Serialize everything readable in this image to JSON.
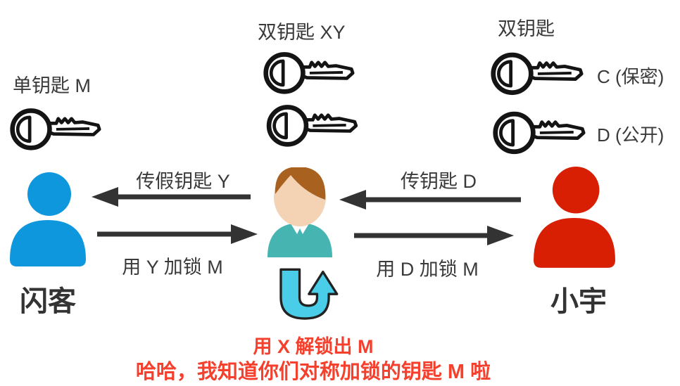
{
  "colors": {
    "blue": "#0f97dd",
    "red": "#d81f04",
    "teal-shirt": "#46b4b1",
    "cyan-arrow": "#49cde8",
    "skin": "#f3d3b4",
    "hair": "#a9611f",
    "ink": "#333333",
    "label": "#3a3a3a",
    "arrow": "#333333",
    "key-outline": "#141414",
    "alert": "#f4402c"
  },
  "legends": {
    "single_key": {
      "title": "单钥匙 M"
    },
    "double_key_xy": {
      "title": "双钥匙 XY"
    },
    "double_key_cd": {
      "title": "双钥匙",
      "key_c_label": "C (保密)",
      "key_d_label": "D (公开)"
    }
  },
  "actors": {
    "left": {
      "name": "闪客"
    },
    "right": {
      "name": "小宇"
    }
  },
  "arrows": {
    "fake_key_y": "传假钥匙 Y",
    "lock_with_y": "用 Y 加锁 M",
    "key_d": "传钥匙 D",
    "lock_with_d": "用 D 加锁 M"
  },
  "caption": {
    "line1": "用 X 解锁出 M",
    "line2": "哈哈，我知道你们对称加锁的钥匙 M 啦"
  }
}
